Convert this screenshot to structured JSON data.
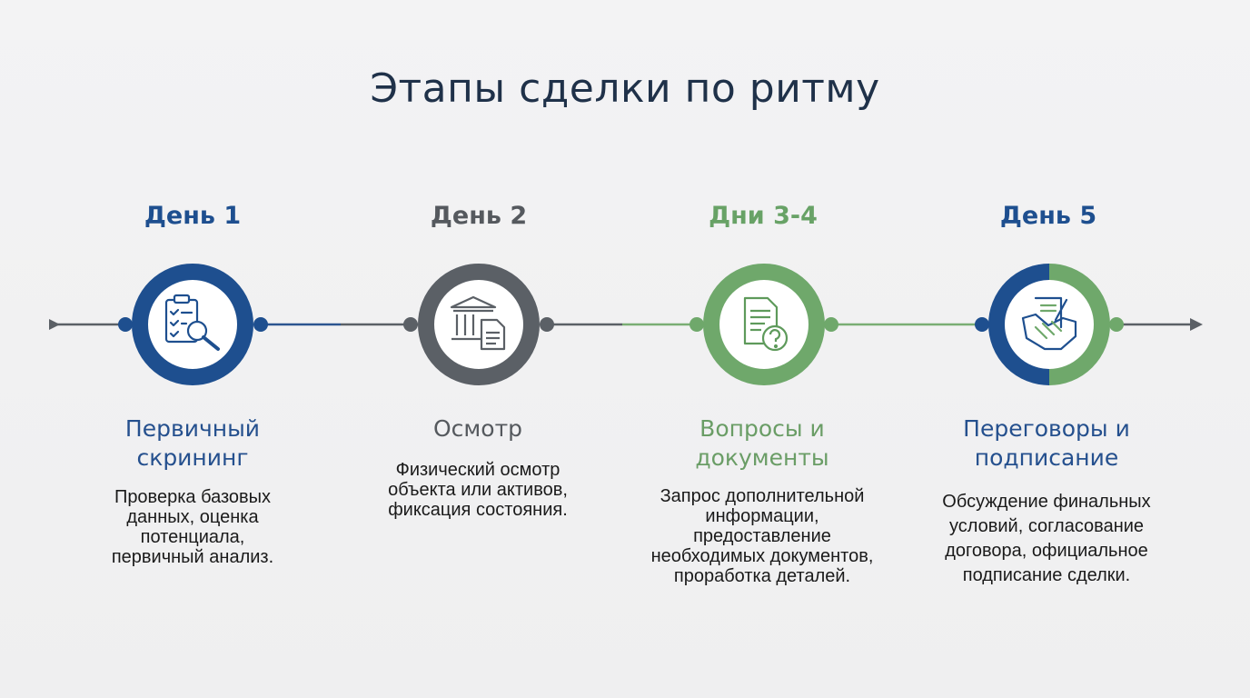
{
  "title": "Этапы сделки по ритму",
  "colors": {
    "blue": "#1e4f8f",
    "gray": "#5b6066",
    "green": "#6fa86b",
    "line": "#5b6066"
  },
  "stages": [
    {
      "day": "День 1",
      "title_line1": "Первичный",
      "title_line2": "скрининг",
      "desc_lines": [
        "Проверка базовых",
        "данных, оценка",
        "потенциала,",
        "первичный анализ."
      ],
      "icon": "clipboard-search-icon",
      "ring": "blue"
    },
    {
      "day": "День 2",
      "title_line1": "Осмотр",
      "title_line2": "",
      "desc_lines": [
        "Физический осмотр",
        "объекта или активов,",
        "фиксация состояния."
      ],
      "icon": "building-document-icon",
      "ring": "gray"
    },
    {
      "day": "Дни 3-4",
      "title_line1": "Вопросы и",
      "title_line2": "документы",
      "desc_lines": [
        "Запрос дополнительной",
        "информации,",
        "предоставление",
        "необходимых документов,",
        "проработка деталей."
      ],
      "icon": "document-question-icon",
      "ring": "green"
    },
    {
      "day": "День 5",
      "title_line1": "Переговоры и",
      "title_line2": "подписание",
      "desc_lines": [
        "Обсуждение финальных",
        "условий, согласование",
        "договора, официальное",
        "подписание сделки."
      ],
      "icon": "handshake-contract-icon",
      "ring": "blue-green"
    }
  ]
}
